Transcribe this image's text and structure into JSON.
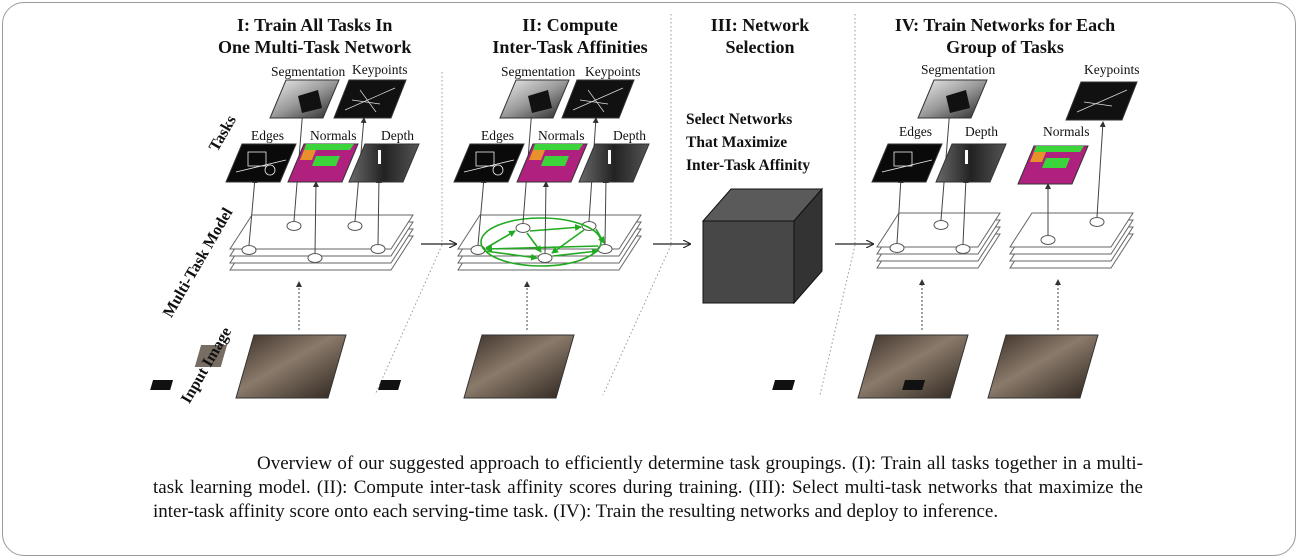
{
  "stages": [
    {
      "line1": "I: Train All Tasks In",
      "line2": "One Multi-Task Network"
    },
    {
      "line1": "II: Compute",
      "line2": "Inter-Task Affinities"
    },
    {
      "line1": "III: Network",
      "line2": "Selection"
    },
    {
      "line1": "IV: Train Networks for Each",
      "line2": "Group of Tasks"
    }
  ],
  "axis_labels": {
    "tasks": "Tasks",
    "model": "Multi-Task Model",
    "input": "Input Image"
  },
  "task_labels": {
    "segmentation": "Segmentation",
    "keypoints": "Keypoints",
    "edges": "Edges",
    "normals": "Normals",
    "depth": "Depth"
  },
  "selection_text": {
    "line1": "Select Networks",
    "line2": "That Maximize",
    "line3": "Inter-Task Affinity"
  },
  "caption": "Overview of our suggested approach to efficiently determine task groupings. (I): Train all tasks together in a multi-task learning model. (II): Compute inter-task affinity scores during training. (III): Select multi-task networks that maximize the inter-task affinity score onto each serving-time task. (IV): Train the resulting networks and deploy to inference.",
  "colors": {
    "affinity_arrows": "#22aa22",
    "normals_green": "#3bd43b",
    "normals_magenta": "#b0207f",
    "normals_orange": "#e8902c",
    "cube": "#4a4a4a"
  }
}
